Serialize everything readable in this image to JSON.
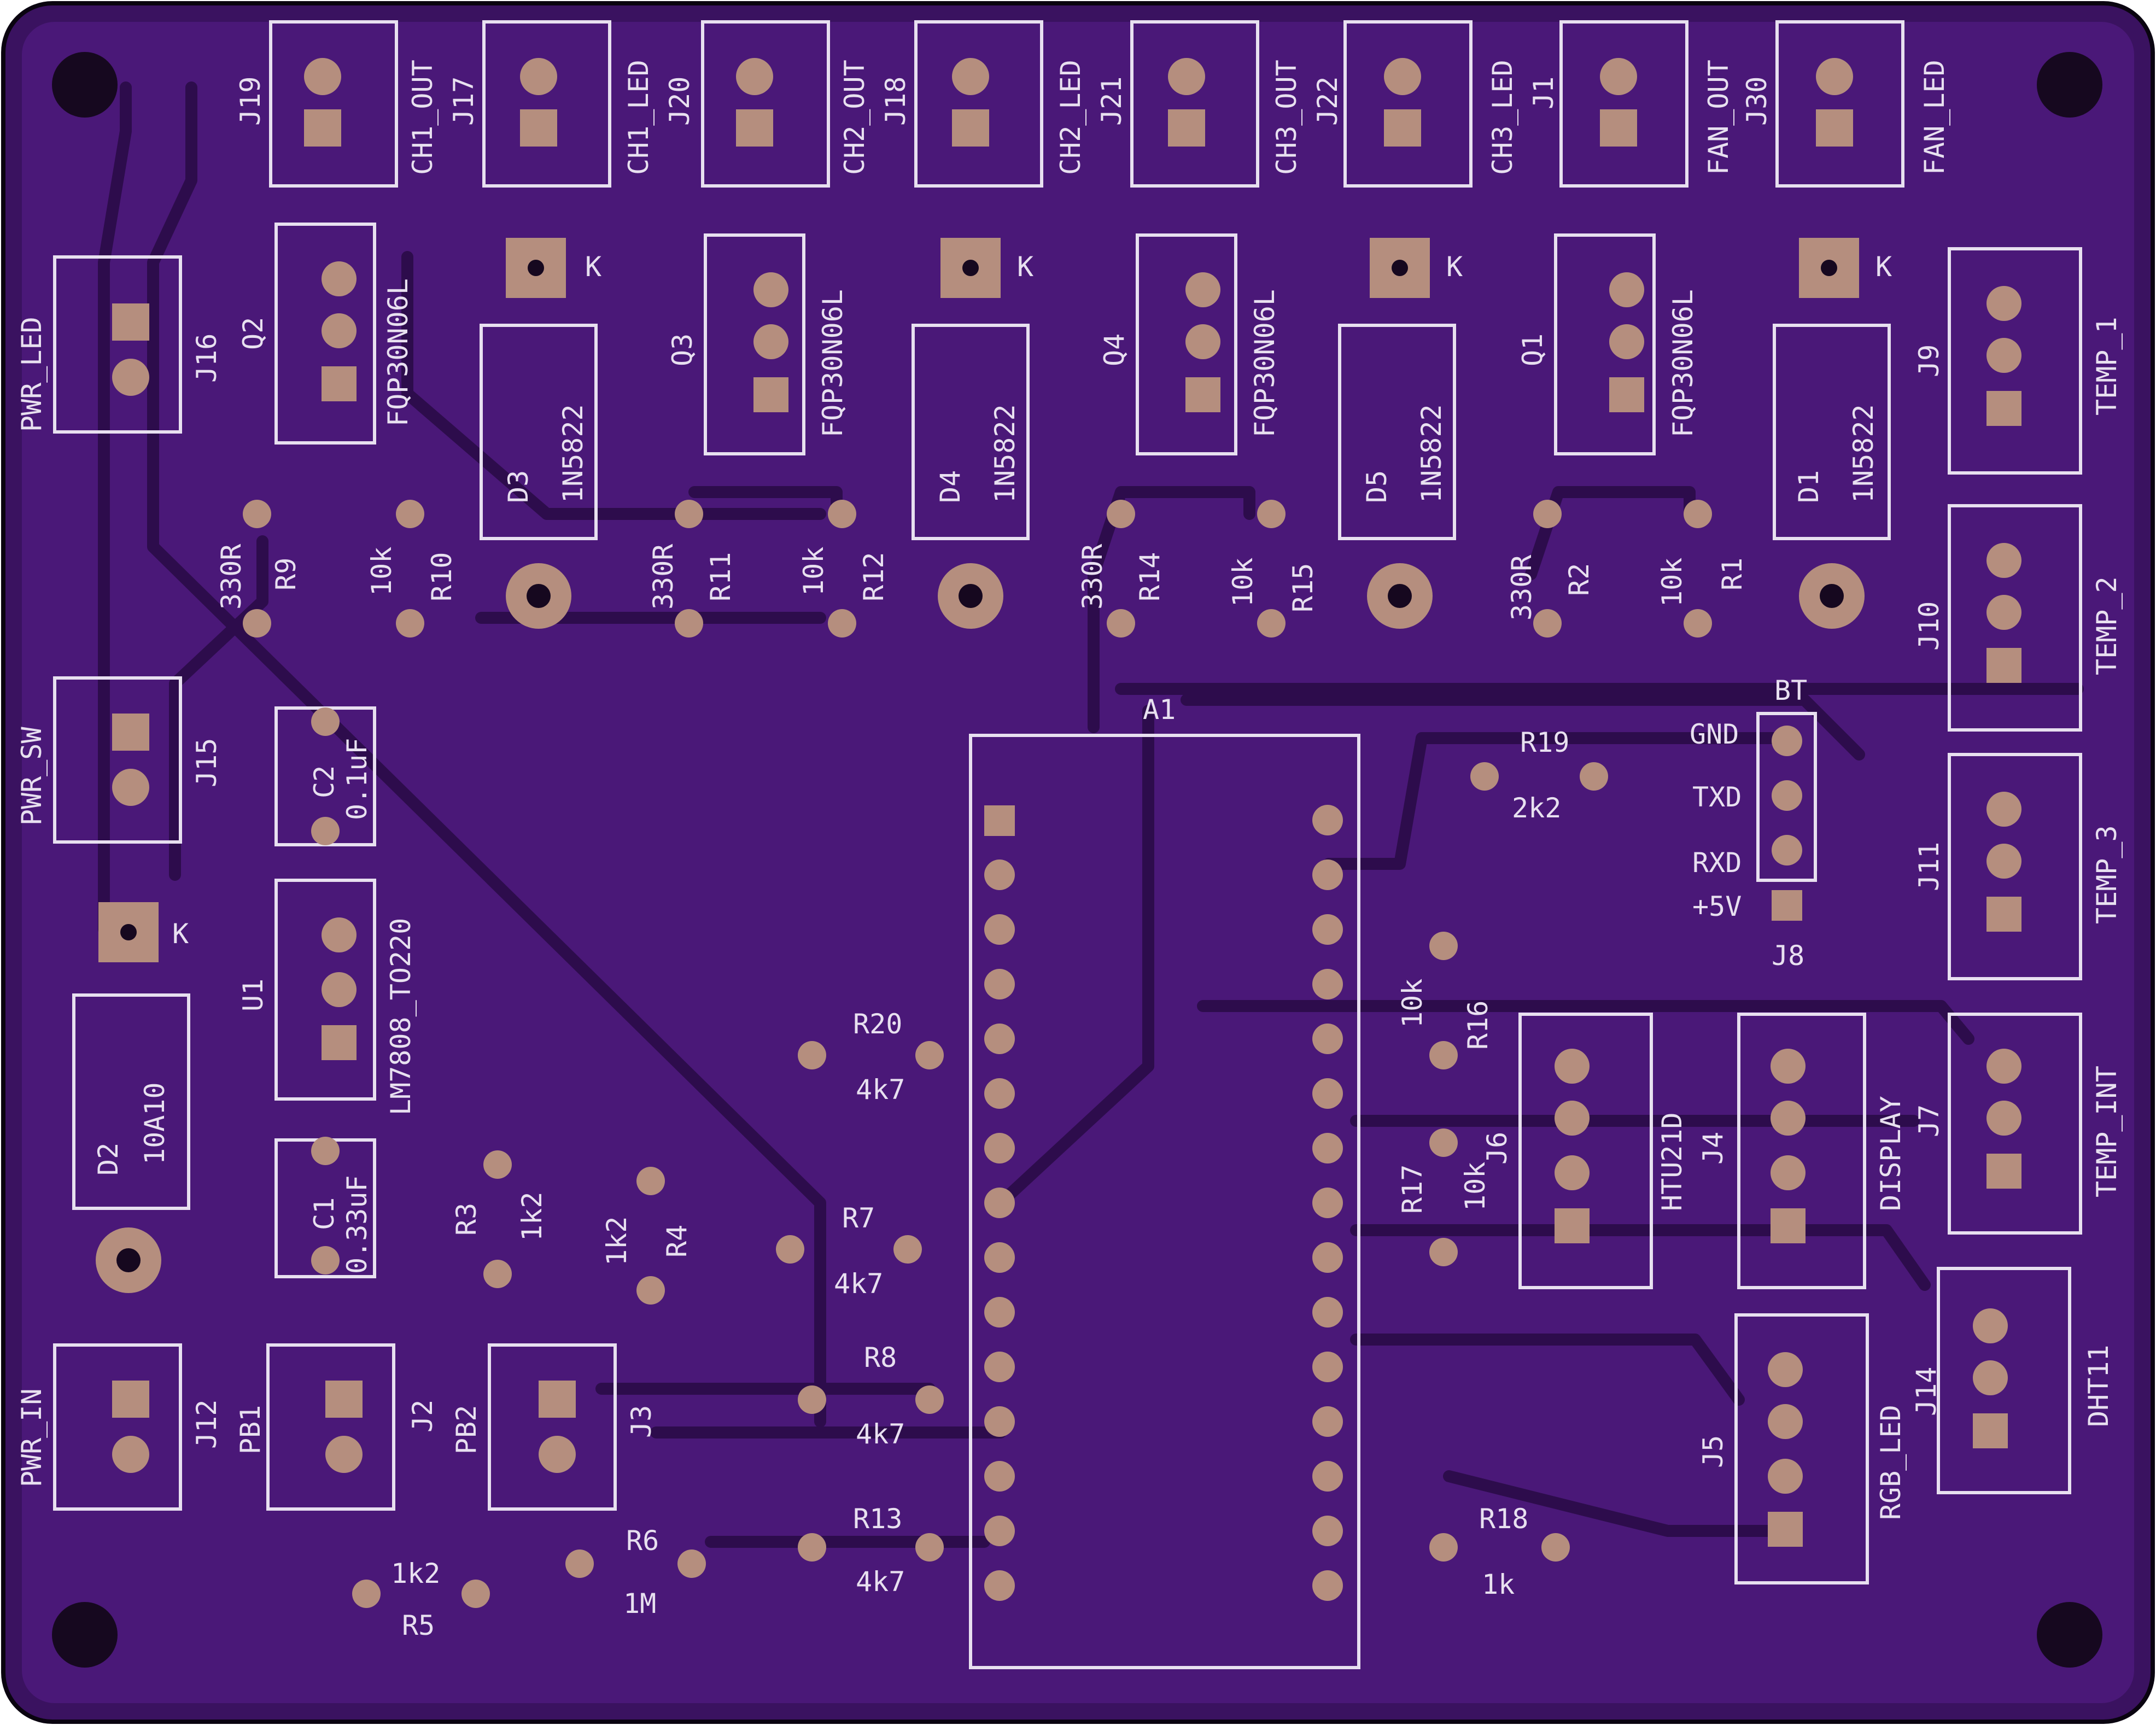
{
  "colors": {
    "board": "#3a1260",
    "copper": "#4a1878",
    "trace": "#2d0c4c",
    "silk": "#e8e0f0",
    "pad": "#b58e7e",
    "drill": "#16081f",
    "edge": "#0a0410"
  },
  "labels": {
    "J19": "J19",
    "CH1_OUT": "CH1_OUT",
    "J17": "J17",
    "CH1_LED": "CH1_LED",
    "J20": "J20",
    "CH2_OUT": "CH2_OUT",
    "J18": "J18",
    "CH2_LED": "CH2_LED",
    "J21": "J21",
    "CH3_OUT": "CH3_OUT",
    "J22": "J22",
    "CH3_LED": "CH3_LED",
    "J1": "J1",
    "FAN_OUT": "FAN_OUT",
    "J30": "J30",
    "FAN_LED": "FAN_LED",
    "PWR_LED": "PWR_LED",
    "J16": "J16",
    "Q2": "Q2",
    "Q3": "Q3",
    "Q4": "Q4",
    "Q1": "Q1",
    "FQP": "FQP30N06L",
    "D3": "D3",
    "D4": "D4",
    "D5": "D5",
    "D1": "D1",
    "N5822": "1N5822",
    "K": "K",
    "J9": "J9",
    "TEMP_1": "TEMP_1",
    "J10": "J10",
    "TEMP_2": "TEMP_2",
    "J11": "J11",
    "TEMP_3": "TEMP_3",
    "J7": "J7",
    "TEMP_INT": "TEMP_INT",
    "R9": "R9",
    "R10": "R10",
    "R11": "R11",
    "R12": "R12",
    "R14": "R14",
    "R15": "R15",
    "R2": "R2",
    "R1": "R1",
    "v330R": "330R",
    "v10k": "10k",
    "PWR_SW": "PWR_SW",
    "J15": "J15",
    "C2": "C2",
    "C2v": "0.1uF",
    "U1": "U1",
    "U1v": "LM7808_TO220",
    "D2": "D2",
    "D2v": "10A10",
    "C1": "C1",
    "C1v": "0.33uF",
    "R3": "R3",
    "R3v": "1k2",
    "R4": "R4",
    "R4v": "1k2",
    "PWR_IN": "PWR_IN",
    "J12": "J12",
    "PB1": "PB1",
    "J2": "J2",
    "PB2": "PB2",
    "J3": "J3",
    "R5": "R5",
    "R5v": "1k2",
    "R6": "R6",
    "R6v": "1M",
    "A1": "A1",
    "R20": "R20",
    "R20v": "4k7",
    "R7": "R7",
    "R7v": "4k7",
    "R8": "R8",
    "R8v": "4k7",
    "R13": "R13",
    "R13v": "4k7",
    "R19": "R19",
    "R19v": "2k2",
    "R16": "R16",
    "R16v": "10k",
    "R17": "R17",
    "R17v": "10k",
    "R18": "R18",
    "R18v": "1k",
    "BT": "BT",
    "GND": "GND",
    "TXD": "TXD",
    "RXD": "RXD",
    "p5V": "+5V",
    "J8": "J8",
    "HTU21D": "HTU21D",
    "J6": "J6",
    "DISPLAY": "DISPLAY",
    "J4": "J4",
    "RGB_LED": "RGB_LED",
    "J5": "J5",
    "DHT11": "DHT11",
    "J14": "J14"
  }
}
